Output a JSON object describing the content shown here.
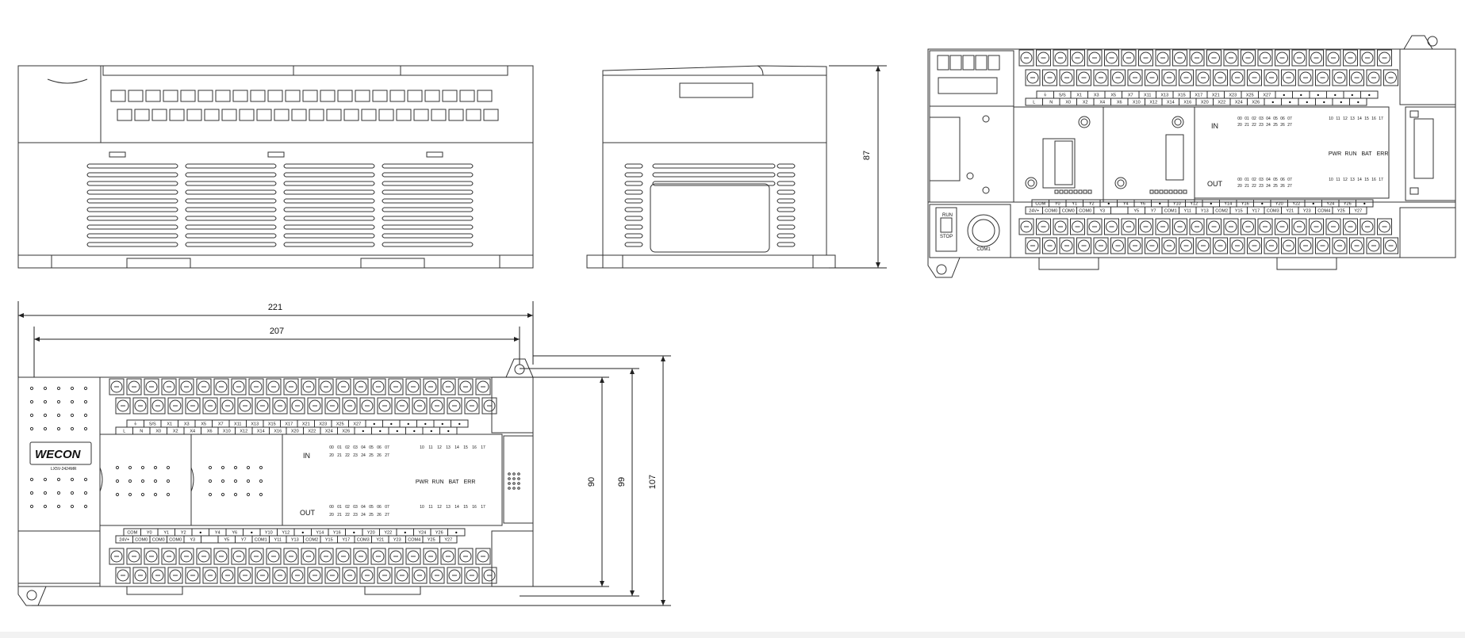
{
  "dimensions": {
    "height": "87",
    "overall_width": "221",
    "mount_width": "207",
    "terminal_height": "90",
    "mount_height": "99",
    "overall_height": "107"
  },
  "brand": {
    "logo": "WECON",
    "model": "LX5V-2424MR"
  },
  "panel": {
    "in_label": "IN",
    "out_label": "OUT",
    "leds": [
      "PWR",
      "RUN",
      "BAT",
      "ERR"
    ],
    "switch_run": "RUN",
    "switch_stop": "STOP",
    "com_port": "COM1"
  },
  "in_row1": [
    "00",
    "01",
    "02",
    "03",
    "04",
    "05",
    "06",
    "07"
  ],
  "in_row2": [
    "20",
    "21",
    "22",
    "23",
    "24",
    "25",
    "26",
    "27"
  ],
  "right_row1": [
    "10",
    "11",
    "12",
    "13",
    "14",
    "15",
    "16",
    "17"
  ],
  "input_top_labels": [
    "⏚",
    "S/S",
    "X1",
    "X3",
    "X5",
    "X7",
    "X11",
    "X13",
    "X15",
    "X17",
    "X21",
    "X23",
    "X25",
    "X27",
    "●",
    "●",
    "●",
    "●",
    "●",
    "●"
  ],
  "input_bottom_labels": [
    "L",
    "N",
    "X0",
    "X2",
    "X4",
    "X6",
    "X10",
    "X12",
    "X14",
    "X16",
    "X20",
    "X22",
    "X24",
    "X26",
    "●",
    "●",
    "●",
    "●",
    "●",
    "●"
  ],
  "output_top_labels": [
    "COM",
    "Y0",
    "Y1",
    "Y2",
    "●",
    "Y4",
    "Y6",
    "●",
    "Y10",
    "Y12",
    "●",
    "Y14",
    "Y16",
    "●",
    "Y20",
    "Y22",
    "●",
    "Y24",
    "Y26",
    "●"
  ],
  "output_bottom_labels": [
    "24V+",
    "COM0",
    "COM0",
    "COM0",
    "Y3",
    "",
    "Y5",
    "Y7",
    "COM1",
    "Y11",
    "Y13",
    "COM2",
    "Y15",
    "Y17",
    "COM3",
    "Y21",
    "Y23",
    "COM4",
    "Y25",
    "Y27"
  ]
}
